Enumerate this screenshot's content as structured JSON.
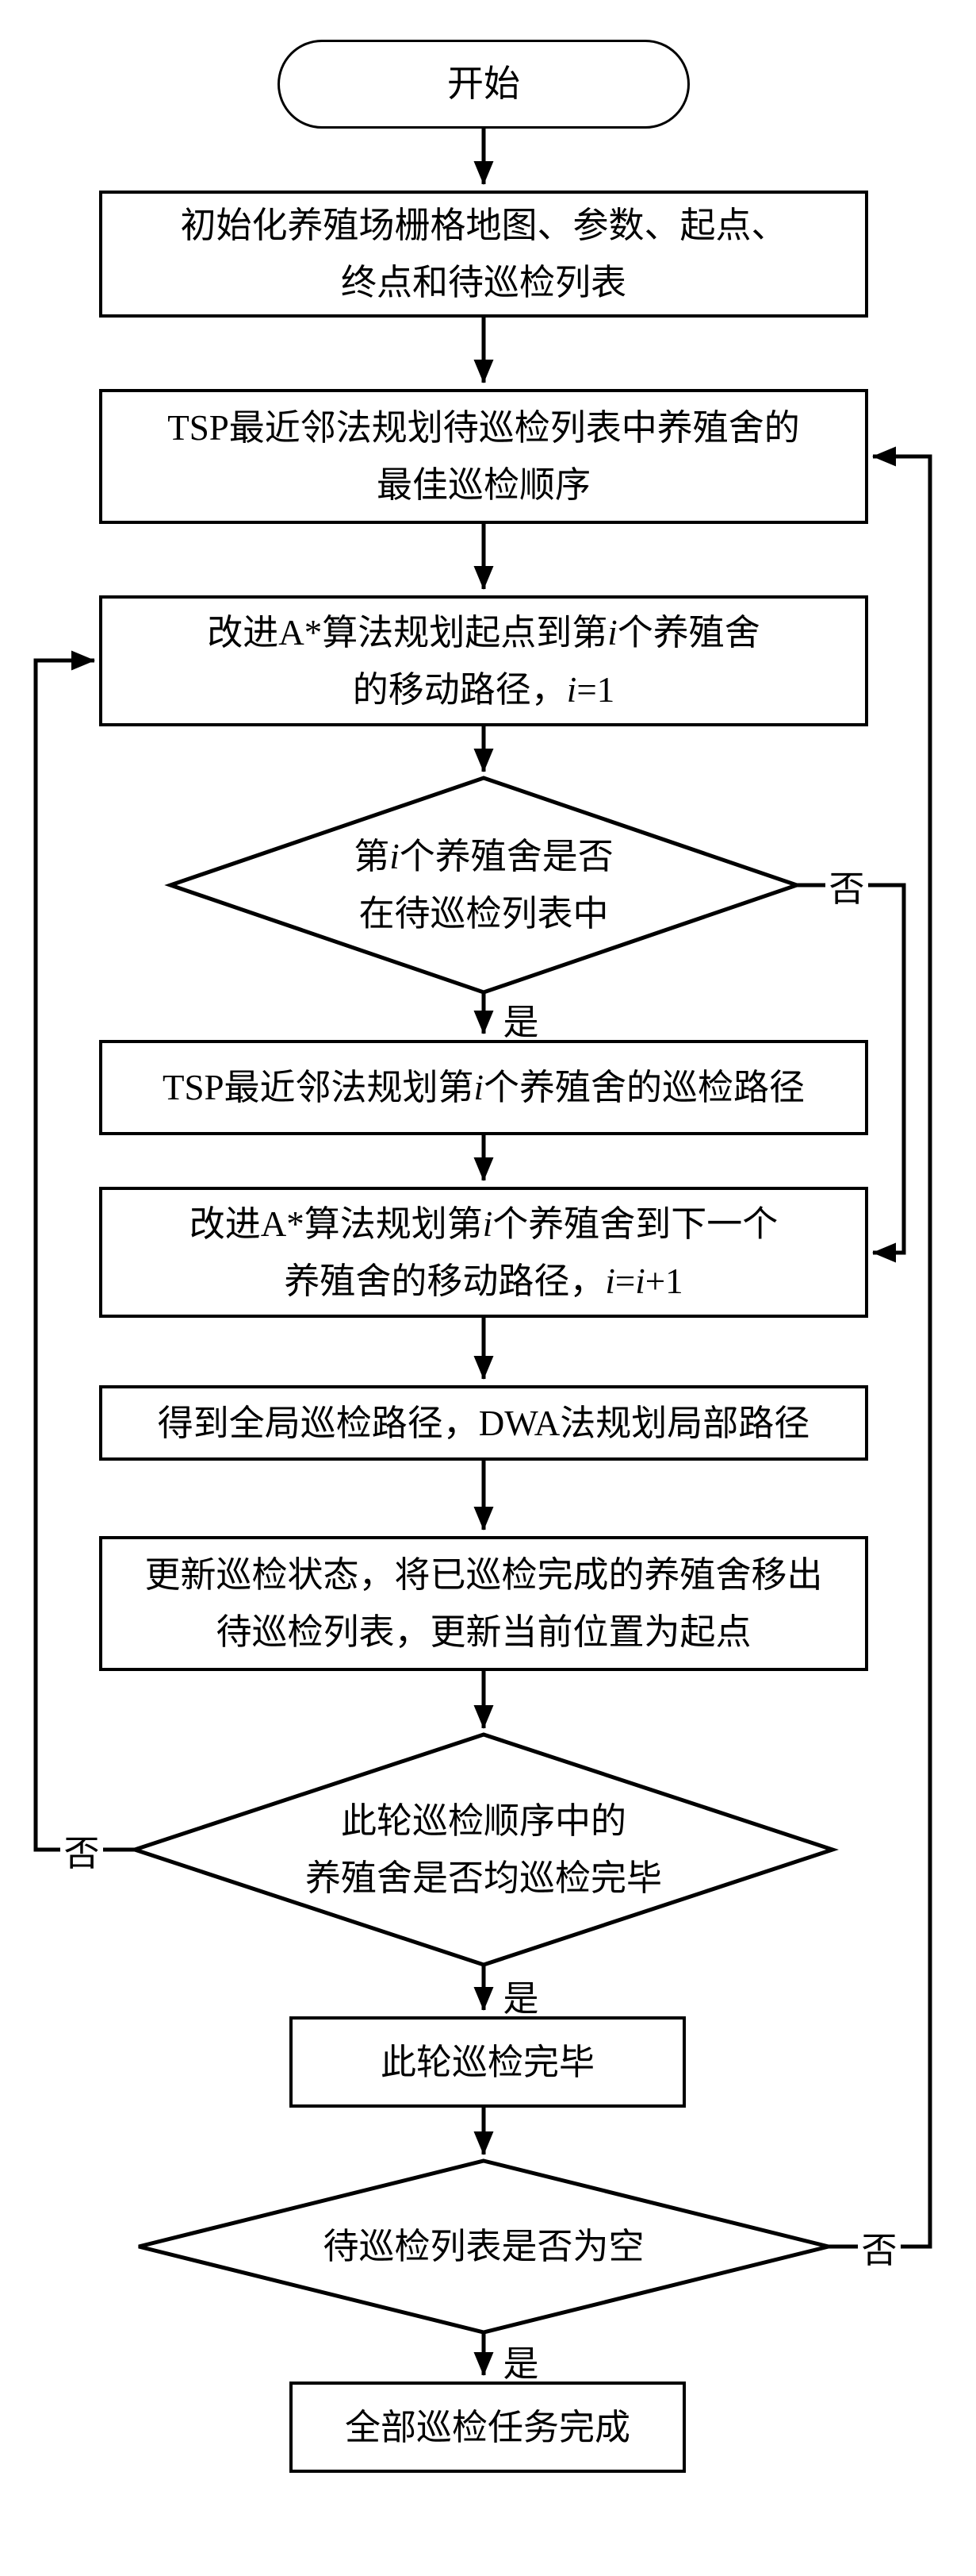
{
  "page": {
    "background": "#ffffff",
    "line_color": "#000000"
  },
  "flowchart": {
    "nodes": {
      "start": {
        "type": "terminator",
        "label": "开始"
      },
      "init": {
        "type": "process",
        "lines": [
          "初始化养殖场栅格地图、参数、起点、",
          "终点和待巡检列表"
        ]
      },
      "tsp_order": {
        "type": "process",
        "lines": [
          "TSP最近邻法规划待巡检列表中养殖舍的",
          "最佳巡检顺序"
        ]
      },
      "astar_start": {
        "type": "process",
        "lines": [
          "改进A*算法规划起点到第i个养殖舍",
          "的移动路径，i=1"
        ]
      },
      "check_in_list": {
        "type": "decision",
        "lines": [
          "第i个养殖舍是否",
          "在待巡检列表中"
        ]
      },
      "tsp_house_path": {
        "type": "process",
        "lines": [
          "TSP最近邻法规划第i个养殖舍的巡检路径"
        ]
      },
      "astar_next": {
        "type": "process",
        "lines": [
          "改进A*算法规划第i个养殖舍到下一个",
          "养殖舍的移动路径，i=i+1"
        ]
      },
      "dwa_local": {
        "type": "process",
        "lines": [
          "得到全局巡检路径，DWA法规划局部路径"
        ]
      },
      "update_status": {
        "type": "process",
        "lines": [
          "更新巡检状态，将已巡检完成的养殖舍移出",
          "待巡检列表，更新当前位置为起点"
        ]
      },
      "check_round_done": {
        "type": "decision",
        "lines": [
          "此轮巡检顺序中的",
          "养殖舍是否均巡检完毕"
        ]
      },
      "round_done": {
        "type": "process",
        "lines": [
          "此轮巡检完毕"
        ]
      },
      "check_list_empty": {
        "type": "decision",
        "lines": [
          "待巡检列表是否为空"
        ]
      },
      "all_done": {
        "type": "process",
        "lines": [
          "全部巡检任务完成"
        ]
      }
    },
    "labels": {
      "yes_in_list": "是",
      "no_in_list": "否",
      "yes_round_done": "是",
      "no_round_done": "否",
      "yes_list_empty": "是",
      "no_list_empty": "否"
    }
  }
}
